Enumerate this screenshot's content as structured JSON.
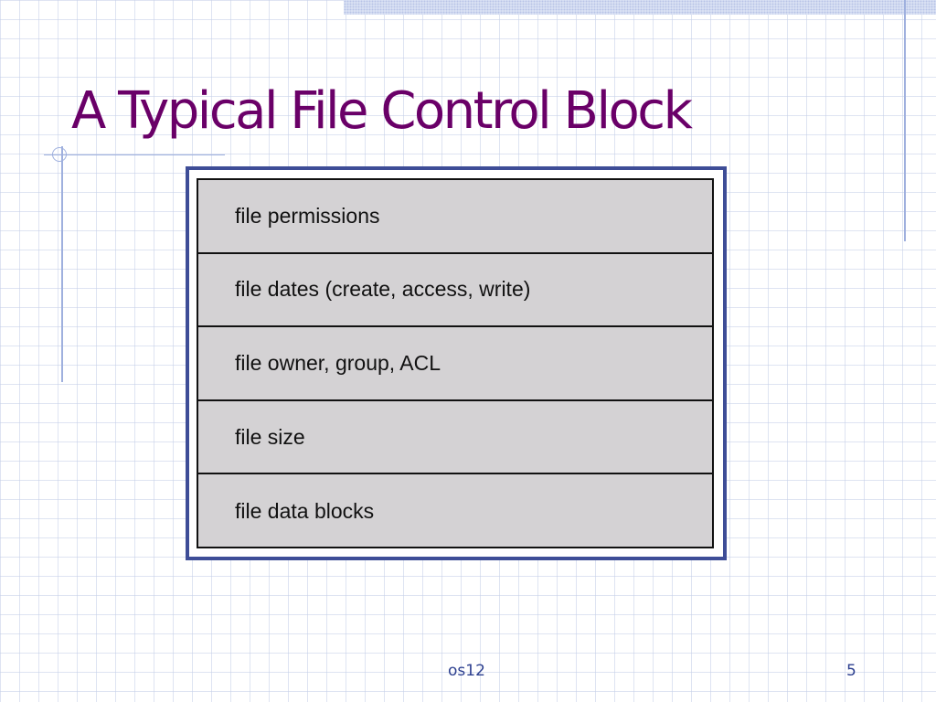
{
  "slide": {
    "title": "A Typical File Control Block",
    "footer": "os12",
    "page_number": "5"
  },
  "file_control_block": {
    "fields": [
      "file permissions",
      "file dates (create, access, write)",
      "file owner, group, ACL",
      "file size",
      "file data blocks"
    ]
  },
  "colors": {
    "title": "#6a0068",
    "frame_border": "#3e4d97",
    "table_fill": "#d4d2d4",
    "footer_text": "#2c3f8f",
    "decor_lines": "#9fb0de"
  }
}
